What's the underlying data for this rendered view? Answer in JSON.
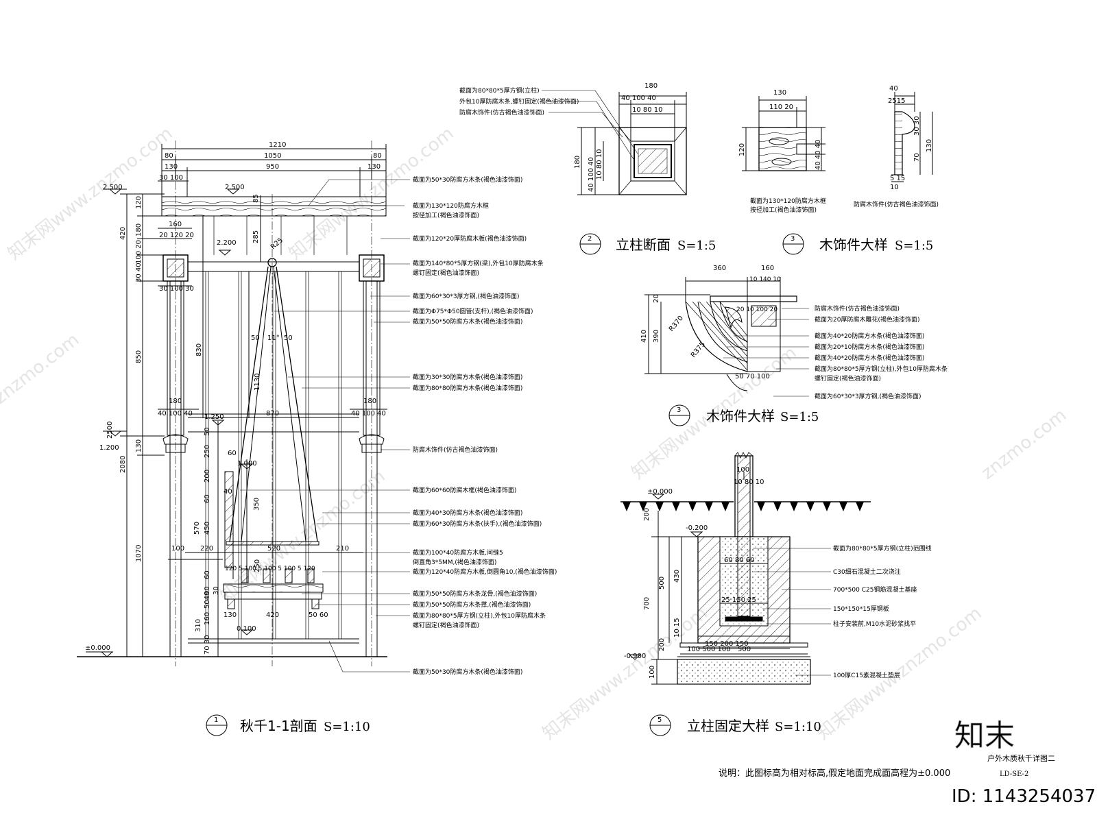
{
  "watermarks": [
    "知末网www.znzmo.com",
    "znzmo.com"
  ],
  "brand": {
    "logo_text": "知末",
    "id_text": "ID: 1143254037"
  },
  "footer": {
    "note": "说明：此图标高为相对标高,假定地面完成面高程为±0.000",
    "drawing_no": "LD-SE-2",
    "sheet_title": "户外木质秋千详图二"
  },
  "views": {
    "v1": {
      "num": "1",
      "title": "秋千1-1剖面",
      "scale": "S=1:10"
    },
    "v2": {
      "num": "2",
      "title": "立柱断面",
      "scale": "S=1:5"
    },
    "v3a": {
      "num": "3",
      "title": "木饰件大样",
      "scale": "S=1:5"
    },
    "v3b": {
      "num": "3",
      "title": "木饰件大样",
      "scale": "S=1:5"
    },
    "v5": {
      "num": "5",
      "title": "立柱固定大样",
      "scale": "S=1:10"
    }
  },
  "section_dims": {
    "top_1210": "1210",
    "d80a": "80",
    "d1050": "1050",
    "d80b": "80",
    "d130a": "130",
    "d950": "950",
    "d130b": "130",
    "d30_100": "30 100",
    "d160": "160",
    "d20_120_20": "20 120 20",
    "d30_100_30": "30 100 30",
    "d180a": "180",
    "d180b": "180",
    "d40_100_40a": "40 100 40",
    "d40_100_40b": "40 100 40",
    "d870": "870",
    "d85": "85",
    "d285": "285",
    "d830": "830",
    "d1130": "1130",
    "d50a": "50",
    "d50b": "50",
    "deg": "11°",
    "r25": "R25",
    "d2500": "2500",
    "d2080": "2080",
    "d1070": "1070",
    "d120": "120",
    "d420": "420",
    "d180c": "180",
    "d850": "850",
    "d100_20": "100 20",
    "d30_40": "30 40",
    "d130": "130",
    "d50c": "50",
    "d250": "250",
    "d200": "200",
    "d60": "60",
    "d570": "570",
    "d450": "450",
    "d350": "350",
    "d100a": "100",
    "d220": "220",
    "d520": "520",
    "d210": "210",
    "d60s": "60",
    "d40s": "40",
    "seat_row": "120 5 100 5 100 5 100 5 120",
    "d120s": "120",
    "d250s": "250",
    "d60b": "60",
    "d90": "90",
    "d30b": "30",
    "d50_40": "5040",
    "d50d": "50",
    "d160b": "160",
    "d310": "310",
    "d70_30": "70 30",
    "d130b2": "130",
    "d420b": "420",
    "d50_60": "50 60",
    "d30c": "30",
    "el_2500a": "2.500",
    "el_2500b": "2.500",
    "el_2200": "2.200",
    "el_1250": "1.250",
    "el_1200": "1.200",
    "el_1000": "1.000",
    "el_0100": "0.100",
    "el_0000": "±0.000"
  },
  "section_notes": [
    "截面为50*30防腐方木条(褐色油漆饰面)",
    "截面为130*120防腐方木框",
    "按径加工(褐色油漆饰面)",
    "截面为120*20厚防腐木板(褐色油漆饰面)",
    "截面为140*80*5厚方钢(梁),外包10厚防腐木条",
    "螺钉固定(褐色油漆饰面)",
    "截面为60*30*3厚方钢,(褐色油漆饰面)",
    "截面为Φ75*Φ50圆管(支杆),(褐色油漆饰面)",
    "截面为50*50防腐方木条(褐色油漆饰面)",
    "截面为30*30防腐方木条(褐色油漆饰面)",
    "截面为80*80防腐方木条(褐色油漆饰面)",
    "防腐木饰件(仿古褐色油漆饰面)",
    "截面为60*60防腐木框(褐色油漆饰面)",
    "截面为40*30防腐方木条(褐色油漆饰面)",
    "截面为60*30防腐方木条(扶手),(褐色油漆饰面)",
    "截面为100*40防腐方木板,间缝5",
    "倒直角3*5MM,(褐色油漆饰面)",
    "截面为120*40防腐方木板,倒圆角10,(褐色油漆饰面)",
    "截面为50*50防腐方木条龙骨,(褐色油漆饰面)",
    "截面为50*50防腐方木条撑,(褐色油漆饰面)",
    "截面为80*80*5厚方钢(立柱),外包10厚防腐木条",
    "螺钉固定(褐色油漆饰面)",
    "截面为50*30防腐方木条(褐色油漆饰面)"
  ],
  "post_section": {
    "notes": [
      "截面为80*80*5厚方钢(立柱)",
      "外包10厚防腐木条,螺钉固定(褐色油漆饰面)",
      "防腐木饰件(仿古褐色油漆饰面)"
    ],
    "dims": {
      "w180": "180",
      "w40_100_40": "40 100 40",
      "w10_80_10": "10 80 10",
      "h180": "180",
      "h40_100_40": "40 100 40",
      "h10_80_10": "10 80 10"
    }
  },
  "wood_detail_a": {
    "dims": {
      "w130": "130",
      "w110_20": "110 20",
      "h120": "120",
      "h40_40_40": "40 40 40"
    },
    "notes": [
      "截面为130*120防腐方木框",
      "按径加工(褐色油漆饰面)"
    ]
  },
  "wood_detail_b": {
    "dims": {
      "w40": "40",
      "w25_15": "2515",
      "h30_30": "30 30",
      "h70": "70",
      "h130": "130",
      "h10a": "10",
      "h5_15": "5 15"
    },
    "note": "防腐木饰件(仿古褐色油漆饰面)"
  },
  "wood_detail_c": {
    "dims": {
      "w360": "360",
      "w160": "160",
      "w10_140_10": "10 140 10",
      "h410": "410",
      "h390": "390",
      "h20": "20",
      "r370": "R370",
      "r375": "R375",
      "b50_70_100": "50 70 100",
      "r_row": "20 10 100 20"
    },
    "notes": [
      "防腐木饰件(仿古褐色油漆饰面)",
      "截面为20厚防腐木雕花(褐色油漆饰面)",
      "截面为40*20防腐方木条(褐色油漆饰面)",
      "截面为20*10防腐方木条(褐色油漆饰面)",
      "截面为40*20防腐方木条(褐色油漆饰面)",
      "截面为80*80*5厚方钢(立柱),外包10厚防腐木条",
      "螺钉固定(褐色油漆饰面)",
      "截面为60*30*3厚方钢,(褐色油漆饰面)"
    ]
  },
  "footing": {
    "dims": {
      "top100": "100",
      "d10_80_10": "10 80 10",
      "d200": "200",
      "d500": "500",
      "d700": "700",
      "d430": "430",
      "d200b": "200",
      "d10_15": "10 15",
      "d100": "100",
      "d60_80_60": "60 80 60",
      "d25_150_25": "25 150 25",
      "b150_200_150": "150 200 150",
      "b100_500_100": "100 500 100",
      "bt500": "500"
    },
    "elevs": {
      "e0": "±0.000",
      "e200": "-0.200",
      "e900": "-0.900"
    },
    "notes": [
      "截面为80*80*5厚方钢(立柱)范围线",
      "C30细石混凝土二次浇注",
      "700*500 C25钢筋混凝土基座",
      "150*150*15厚钢板",
      "柱子安装前,M10水泥砂浆找平",
      "100厚C15素混凝土垫层"
    ]
  }
}
